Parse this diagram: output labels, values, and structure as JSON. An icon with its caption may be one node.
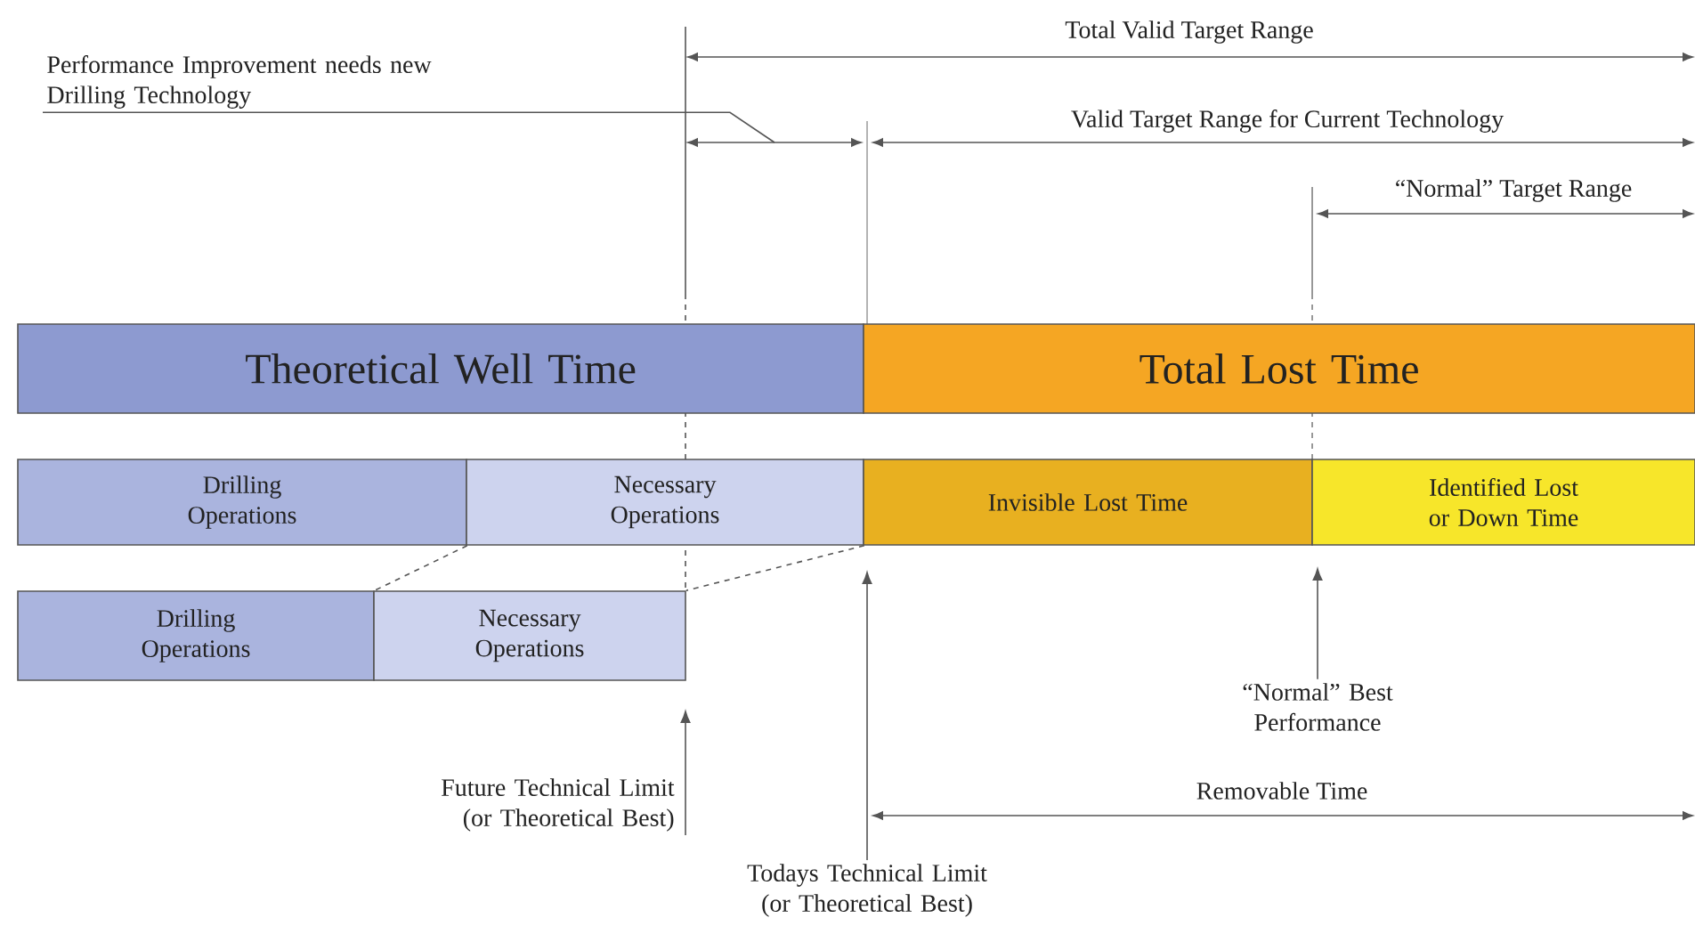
{
  "diagram": {
    "nodes": [
      {
        "text": [
          "Performance Improvement needs new Drilling Technology"
        ]
      },
      {
        "text": [
          "Theoretical Well Time"
        ]
      },
      {
        "text": [
          "Total Lost Time"
        ]
      },
      {
        "text": [
          "Drilling Operations"
        ]
      },
      {
        "text": [
          "Necessary Operations"
        ]
      },
      {
        "text": [
          "Invisible Lost Time"
        ]
      },
      {
        "text": [
          "Identified Lost or Down Time"
        ]
      },
      {
        "text": [
          "Drilling Operations"
        ]
      },
      {
        "text": [
          "Necessary Operations"
        ]
      },
      {
        "text": [
          "“Normal” Best Performance"
        ]
      },
      {
        "text": [
          "Future Technical Limit (or Theoretical Best)"
        ]
      },
      {
        "text": [
          "Todays Technical Limit (or Theoretical Best)"
        ]
      }
    ],
    "edges": [
      {
        "from": 0,
        "to": null,
        "arrow": "none"
      },
      {
        "from": 3,
        "to": 7,
        "arrow": "none",
        "style": "dashed"
      },
      {
        "from": 4,
        "to": 8,
        "arrow": "none",
        "style": "dashed"
      },
      {
        "from": 9,
        "to": null,
        "arrow": "to"
      },
      {
        "from": 10,
        "to": null,
        "arrow": "to"
      },
      {
        "from": 11,
        "to": null,
        "arrow": "to"
      }
    ],
    "labels": [
      "Total Valid Target Range",
      "Valid Target Range for Current Technology",
      "“Normal” Target Range",
      "Removable Time"
    ]
  }
}
